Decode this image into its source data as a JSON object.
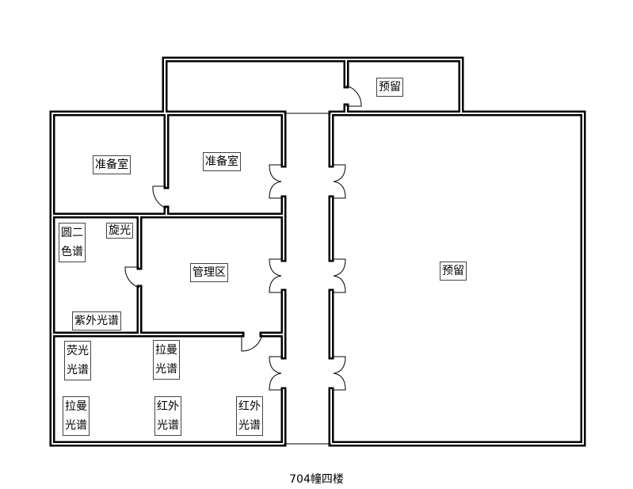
{
  "caption": "704幢四楼",
  "rooms": {
    "prep_room_1": "准备室",
    "prep_room_2": "准备室",
    "reserved_small": "预留",
    "reserved_large": "预留",
    "management": "管理区"
  },
  "instruments": {
    "cd_line1": "圆二",
    "cd_line2": "色谱",
    "optical_rotation": "旋光",
    "uv": "紫外光谱",
    "fluorescence_line1": "荧光",
    "fluorescence_line2": "光谱",
    "raman1_line1": "拉曼",
    "raman1_line2": "光谱",
    "raman2_line1": "拉曼",
    "raman2_line2": "光谱",
    "ir1_line1": "红外",
    "ir1_line2": "光谱",
    "ir2_line1": "红外",
    "ir2_line2": "光谱"
  }
}
